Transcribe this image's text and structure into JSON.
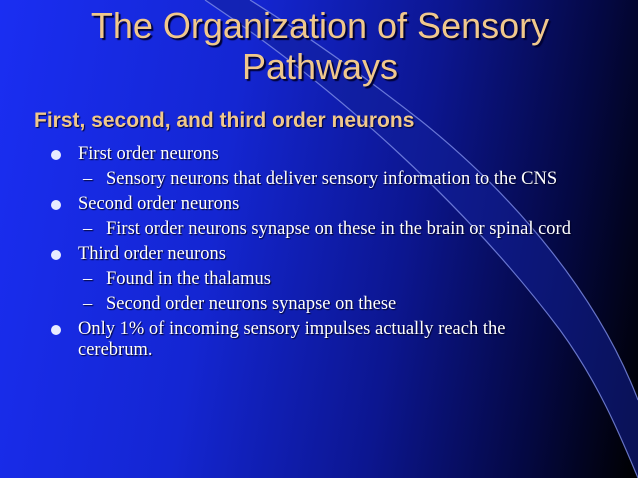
{
  "slide": {
    "title": "The Organization of Sensory Pathways",
    "subheading": "First, second, and third order neurons",
    "bullets": [
      {
        "level": 1,
        "text": "First order neurons"
      },
      {
        "level": 2,
        "text": "Sensory neurons that deliver sensory information to the CNS"
      },
      {
        "level": 1,
        "text": "Second order neurons"
      },
      {
        "level": 2,
        "text": "First order neurons synapse on these in the brain or spinal cord"
      },
      {
        "level": 1,
        "text": "Third order neurons"
      },
      {
        "level": 2,
        "text": "Found in the thalamus"
      },
      {
        "level": 2,
        "text": "Second order neurons synapse on these"
      },
      {
        "level": 1,
        "text": "Only 1% of incoming sensory impulses actually reach the cerebrum."
      }
    ]
  },
  "colors": {
    "background_left": "#1a2ef2",
    "background_right": "#000000",
    "title_text": "#f0c88c",
    "body_text": "#ffffff"
  },
  "icons": {
    "level1_marker": "bullet-dot-icon",
    "level2_marker": "dash-icon"
  }
}
